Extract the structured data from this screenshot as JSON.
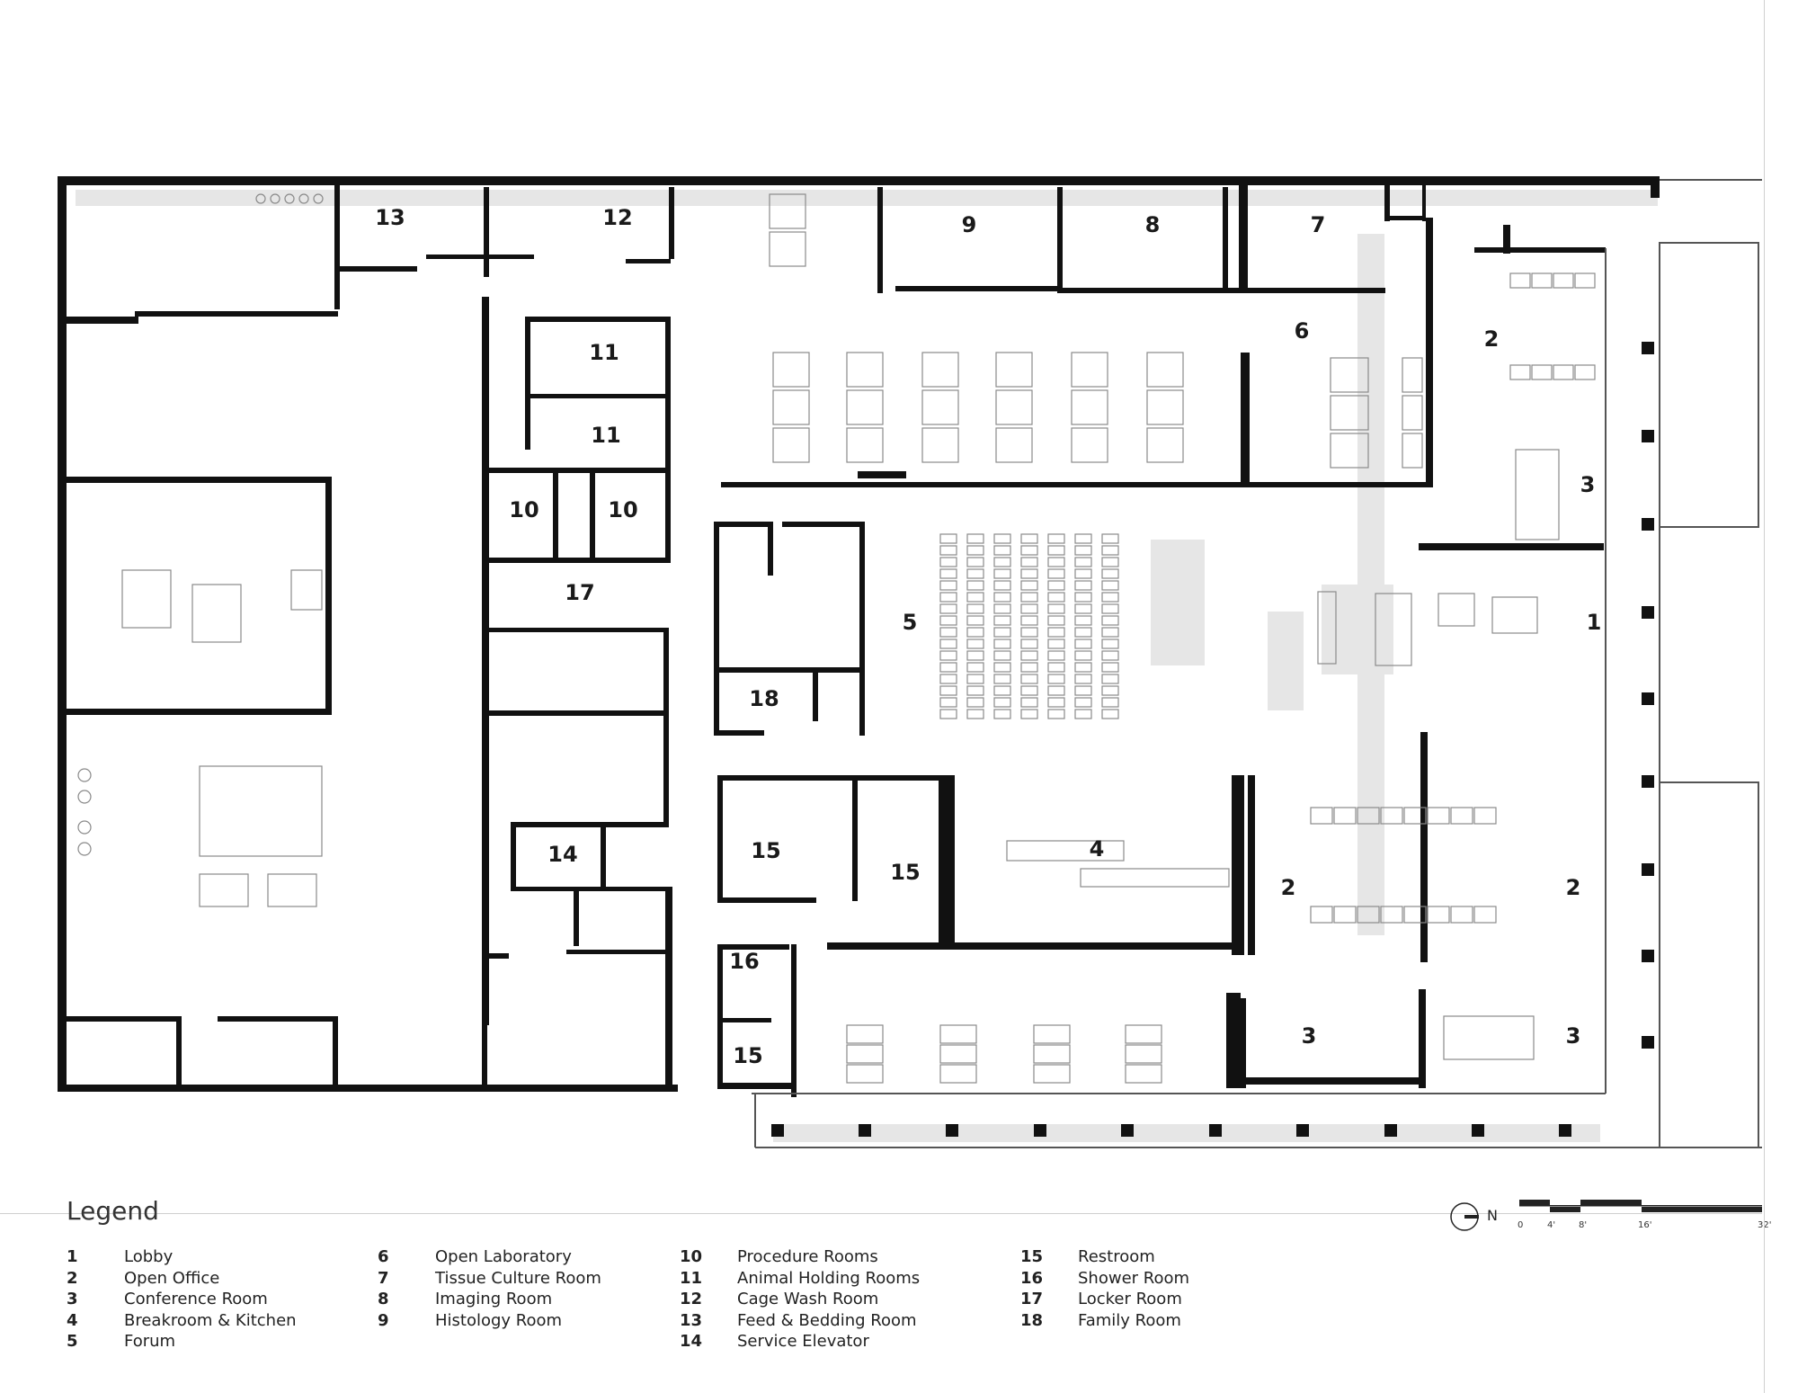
{
  "legend": {
    "title": "Legend",
    "columns": [
      [
        {
          "num": "1",
          "name": "Lobby"
        },
        {
          "num": "2",
          "name": "Open Office"
        },
        {
          "num": "3",
          "name": "Conference Room"
        },
        {
          "num": "4",
          "name": "Breakroom & Kitchen"
        },
        {
          "num": "5",
          "name": "Forum"
        }
      ],
      [
        {
          "num": "6",
          "name": "Open Laboratory"
        },
        {
          "num": "7",
          "name": "Tissue Culture Room"
        },
        {
          "num": "8",
          "name": "Imaging Room"
        },
        {
          "num": "9",
          "name": "Histology Room"
        }
      ],
      [
        {
          "num": "10",
          "name": "Procedure Rooms"
        },
        {
          "num": "11",
          "name": "Animal Holding Rooms"
        },
        {
          "num": "12",
          "name": "Cage Wash Room"
        },
        {
          "num": "13",
          "name": "Feed & Bedding Room"
        },
        {
          "num": "14",
          "name": "Service Elevator"
        }
      ],
      [
        {
          "num": "15",
          "name": "Restroom"
        },
        {
          "num": "16",
          "name": "Shower Room"
        },
        {
          "num": "17",
          "name": "Locker Room"
        },
        {
          "num": "18",
          "name": "Family Room"
        }
      ]
    ]
  },
  "north_label": "N",
  "scale_ticks": [
    "0",
    "4'",
    "8'",
    "16'",
    "32'"
  ],
  "room_labels": [
    "1",
    "2",
    "2",
    "2",
    "3",
    "3",
    "3",
    "4",
    "5",
    "6",
    "7",
    "8",
    "9",
    "10",
    "10",
    "11",
    "11",
    "12",
    "13",
    "14",
    "15",
    "15",
    "15",
    "16",
    "17",
    "18"
  ],
  "colors": {
    "wall": "#111111",
    "fixture": "#777777",
    "shadow": "#e3e3e3"
  }
}
